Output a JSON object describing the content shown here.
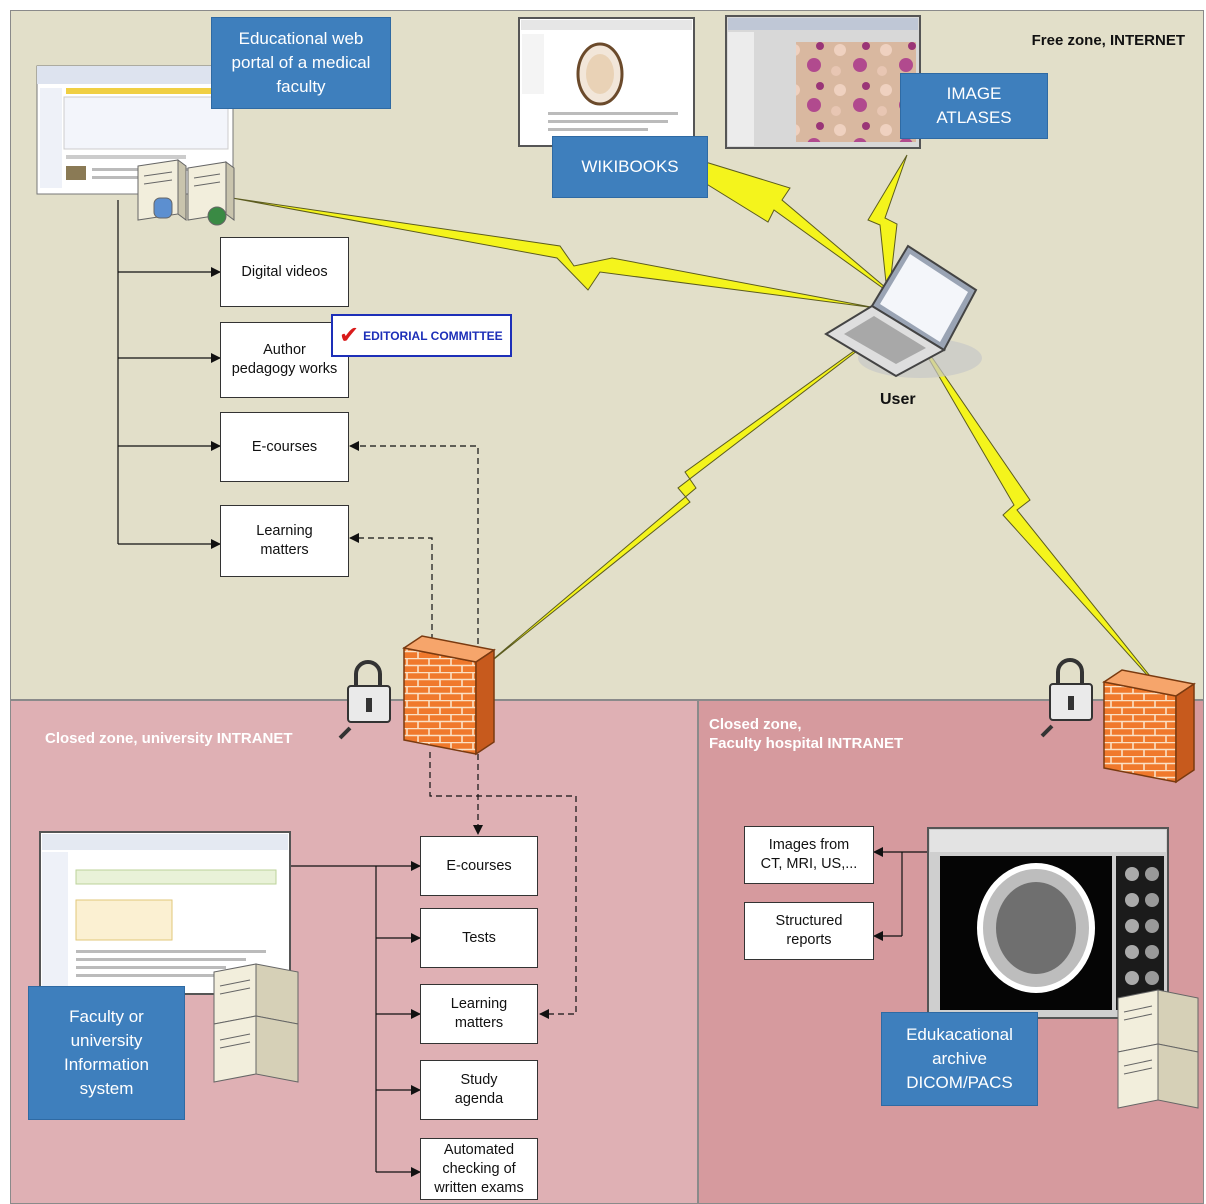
{
  "zones": {
    "free": "Free zone, INTERNET",
    "university": "Closed zone, university INTRANET",
    "hospital_line1": "Closed zone,",
    "hospital_line2": "Faculty hospital INTRANET"
  },
  "labels": {
    "portal": [
      "Educational web",
      "portal of a medical",
      "faculty"
    ],
    "wikibooks": "WIKIBOOKS",
    "image_atlases": [
      "IMAGE",
      "ATLASES"
    ],
    "info_system": [
      "Faculty or",
      "university",
      "Information",
      "system"
    ],
    "pacs": [
      "Edukacational",
      "archive",
      "DICOM/PACS"
    ],
    "user": "User",
    "editorial": "EDITORIAL COMMITTEE"
  },
  "internet_boxes": [
    [
      "Digital videos"
    ],
    [
      "Author",
      "pedagogy works"
    ],
    [
      "E-courses"
    ],
    [
      "Learning",
      "matters"
    ]
  ],
  "intranet_boxes": [
    [
      "E-courses"
    ],
    [
      "Tests"
    ],
    [
      "Learning",
      "matters"
    ],
    [
      "Study",
      "agenda"
    ],
    [
      "Automated",
      "checking of",
      "written exams"
    ]
  ],
  "hospital_boxes": [
    [
      "Images from",
      "CT, MRI, US,..."
    ],
    [
      "Structured",
      "reports"
    ]
  ],
  "colors": {
    "free_zone": "#e2dfc9",
    "university_zone": "#dfb0b4",
    "hospital_zone": "#d69a9e",
    "label_blue": "#3e7fbd",
    "lightning": "#f4f41c",
    "firewall": "#f0792c"
  },
  "icons": [
    "server-icon",
    "laptop-icon",
    "firewall-icon",
    "padlock-icon",
    "lightning-bolt-icon",
    "checkmark-icon"
  ]
}
